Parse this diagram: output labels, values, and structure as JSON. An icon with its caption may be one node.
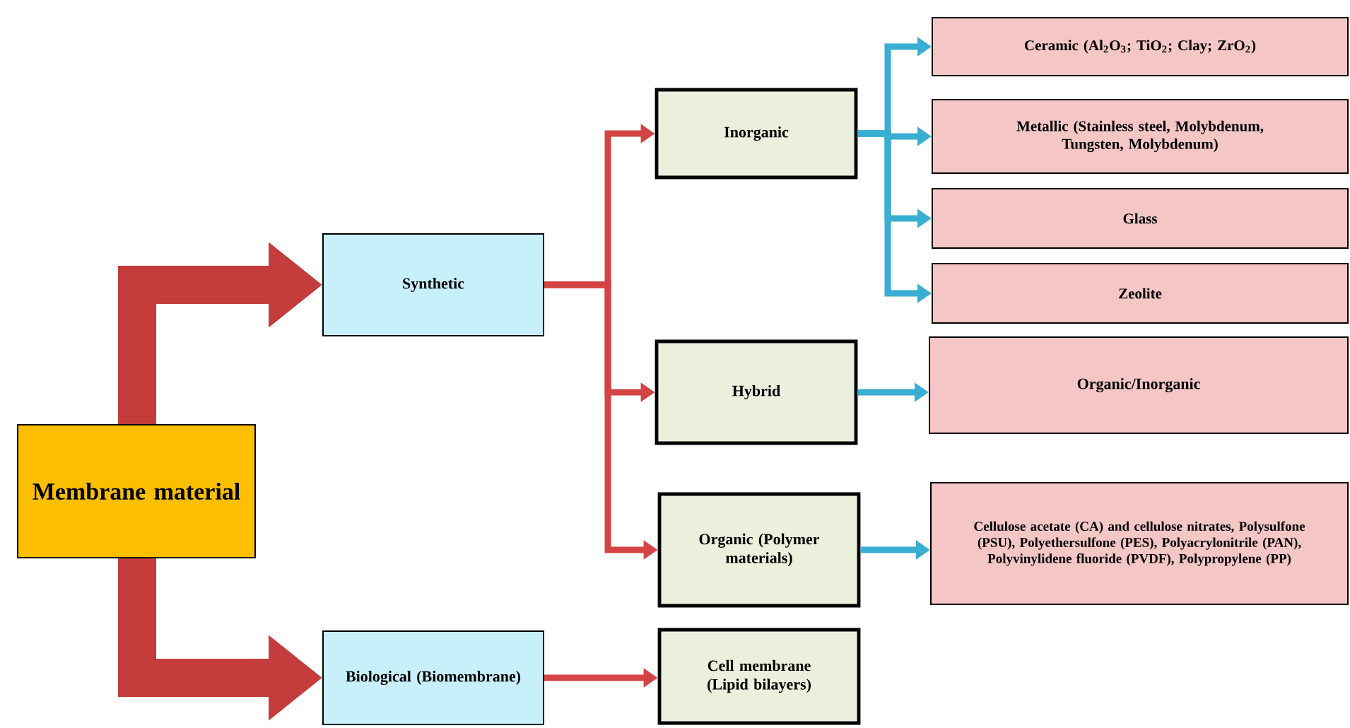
{
  "diagram": {
    "nodes": [
      {
        "text": [
          "Membrane material"
        ]
      },
      {
        "text": [
          "Synthetic"
        ]
      },
      {
        "text": [
          "Biological (Biomembrane)"
        ]
      },
      {
        "text": [
          "Inorganic"
        ]
      },
      {
        "text": [
          "Hybrid"
        ]
      },
      {
        "text": [
          "Organic (Polymer materials)"
        ]
      },
      {
        "text": [
          "Cell membrane (Lipid bilayers)"
        ]
      },
      {
        "text": [
          "Ceramic (Al$_{2}$O$_{3}$; TiO$_{2}$; Clay; ZrO$_{2}$)"
        ]
      },
      {
        "text": [
          "Metallic (Stainless steel, Molybdenum, Tungsten, Molybdenum)"
        ]
      },
      {
        "text": [
          "Glass"
        ]
      },
      {
        "text": [
          "Zeolite"
        ]
      },
      {
        "text": [
          "Organic/Inorganic"
        ]
      },
      {
        "text": [
          "Cellulose acetate (CA) and cellulose nitrates, Polysulfone (PSU), Polyethersulfone (PES), Polyacrylonitrile (PAN), Polyvinylidene fluoride (PVDF), Polypropylene (PP)"
        ]
      }
    ],
    "edges": [
      {
        "from": 0,
        "to": 1,
        "arrow": "to",
        "style": "thick",
        "color": "#c43c3c"
      },
      {
        "from": 0,
        "to": 2,
        "arrow": "to",
        "style": "thick",
        "color": "#c43c3c"
      },
      {
        "from": 1,
        "to": 3,
        "arrow": "to",
        "color": "#d44444"
      },
      {
        "from": 1,
        "to": 4,
        "arrow": "to",
        "color": "#d44444"
      },
      {
        "from": 1,
        "to": 5,
        "arrow": "to",
        "color": "#d44444"
      },
      {
        "from": 2,
        "to": 6,
        "arrow": "to",
        "color": "#d44444"
      },
      {
        "from": 3,
        "to": 7,
        "arrow": "to",
        "color": "#38aed2"
      },
      {
        "from": 3,
        "to": 8,
        "arrow": "to",
        "color": "#38aed2"
      },
      {
        "from": 3,
        "to": 9,
        "arrow": "to",
        "color": "#38aed2"
      },
      {
        "from": 3,
        "to": 10,
        "arrow": "to",
        "color": "#38aed2"
      },
      {
        "from": 4,
        "to": 11,
        "arrow": "to",
        "color": "#38aed2"
      },
      {
        "from": 5,
        "to": 12,
        "arrow": "to",
        "color": "#38aed2"
      }
    ]
  }
}
